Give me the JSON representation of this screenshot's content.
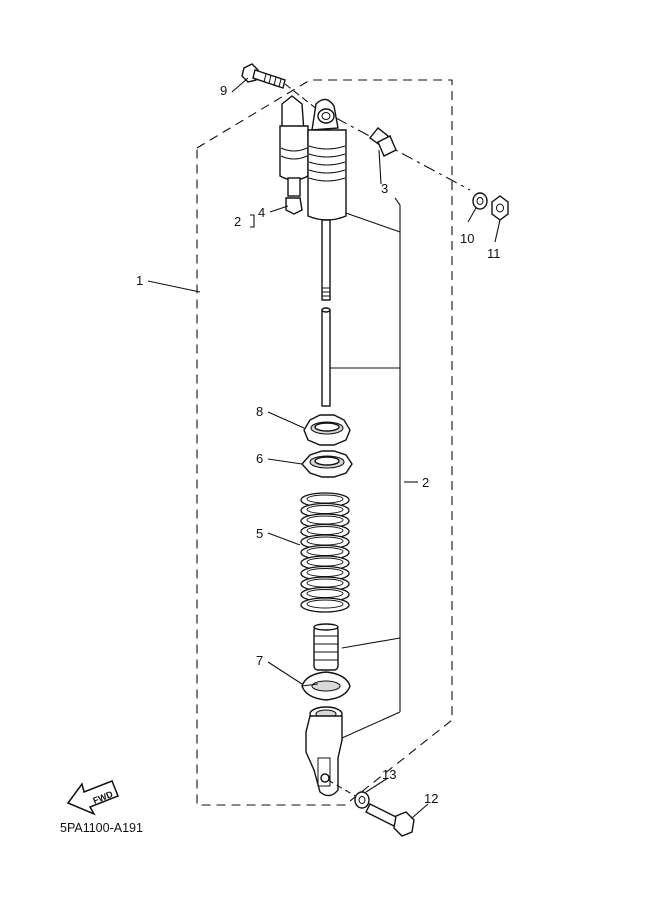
{
  "diagram": {
    "drawing_code": "5PA1100-A191",
    "fwd_label": "FWD",
    "callouts": [
      {
        "id": "c1",
        "text": "1"
      },
      {
        "id": "c2a",
        "text": "2"
      },
      {
        "id": "c2b",
        "text": "2"
      },
      {
        "id": "c3",
        "text": "3"
      },
      {
        "id": "c4",
        "text": "4"
      },
      {
        "id": "c5",
        "text": "5"
      },
      {
        "id": "c6",
        "text": "6"
      },
      {
        "id": "c7",
        "text": "7"
      },
      {
        "id": "c8",
        "text": "8"
      },
      {
        "id": "c9",
        "text": "9"
      },
      {
        "id": "c10",
        "text": "10"
      },
      {
        "id": "c11",
        "text": "11"
      },
      {
        "id": "c12",
        "text": "12"
      },
      {
        "id": "c13",
        "text": "13"
      }
    ]
  }
}
